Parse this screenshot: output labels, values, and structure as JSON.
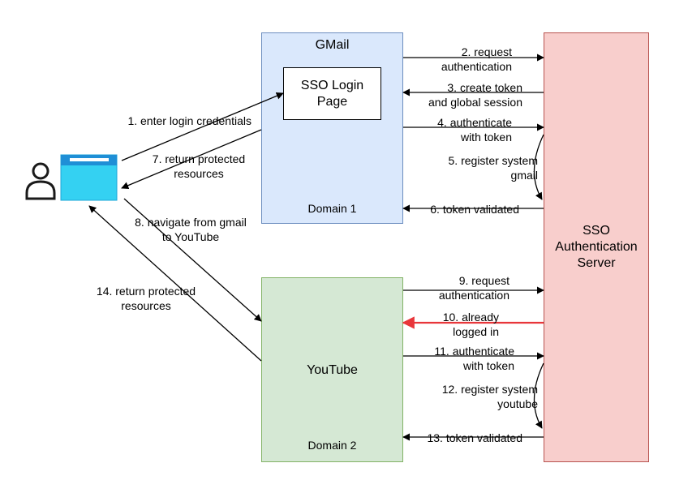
{
  "gmail": {
    "title": "GMail",
    "domain": "Domain 1"
  },
  "login_page": {
    "label": "SSO Login\nPage"
  },
  "youtube": {
    "title": "YouTube",
    "domain": "Domain 2"
  },
  "sso_server": {
    "label": "SSO\nAuthentication\nServer"
  },
  "steps": {
    "s1": "1. enter login credentials",
    "s2": "2. request\nauthentication",
    "s3": "3. create token\nand global session",
    "s4": "4. authenticate\nwith token",
    "s5": "5. register system\ngmail",
    "s6": "6. token validated",
    "s7": "7. return protected\nresources",
    "s8": "8. navigate from gmail\nto YouTube",
    "s9": "9. request\nauthentication",
    "s10": "10. already\nlogged in",
    "s11": "11. authenticate\nwith token",
    "s12": "12. register system\nyoutube",
    "s13": "13. token validated",
    "s14": "14. return protected\nresources"
  },
  "icons": {
    "user": "user-icon",
    "browser": "browser-window-icon"
  },
  "colors": {
    "gmail_fill": "#dae8fc",
    "youtube_fill": "#d5e8d4",
    "sso_fill": "#f8cecc",
    "highlight_arrow": "#e8363a"
  }
}
